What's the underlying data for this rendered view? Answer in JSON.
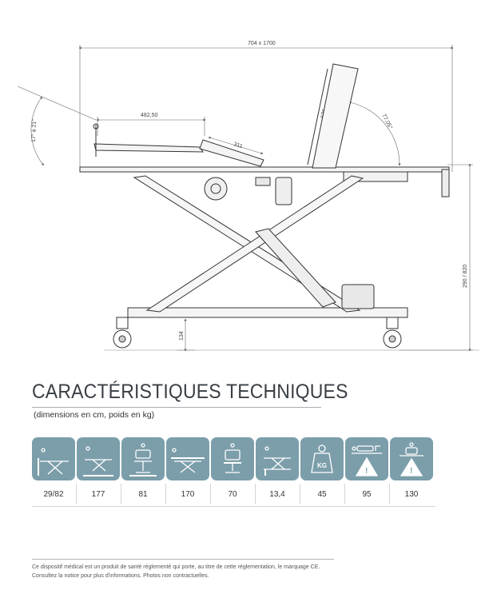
{
  "drawing": {
    "dim_width": "704 x 1700",
    "dim_height": "290 / 820",
    "dim_tilt": "17° à 21°",
    "dim_legrest": "482,50",
    "dim_calf": "311",
    "dim_backrest": "506",
    "dim_back_angle": "77,05°",
    "dim_ground": "134"
  },
  "heading": {
    "title": "CARACTÉRISTIQUES TECHNIQUES",
    "subtitle": "(dimensions en cm, poids en kg)"
  },
  "specs": [
    {
      "icon": "bed-height-icon",
      "value": "29/82"
    },
    {
      "icon": "bed-length-icon",
      "value": "177"
    },
    {
      "icon": "seat-height-icon",
      "value": "81"
    },
    {
      "icon": "bed-lying-length-icon",
      "value": "170"
    },
    {
      "icon": "seat-width-icon",
      "value": "70"
    },
    {
      "icon": "bed-clearance-icon",
      "value": "13,4"
    },
    {
      "icon": "weight-kg-icon",
      "value": "45"
    },
    {
      "icon": "max-patient-weight-icon",
      "value": "95"
    },
    {
      "icon": "safe-working-load-icon",
      "value": "130"
    }
  ],
  "footer": {
    "line1": "Ce dispositif médical est un produit de santé réglementé qui porte, au titre de cette réglementation, le marquage CE.",
    "line2": "Consultez la notice pour plus d'informations. Photos non contractuelles."
  },
  "colors": {
    "tile": "#7b9eaa",
    "line": "#333333"
  }
}
